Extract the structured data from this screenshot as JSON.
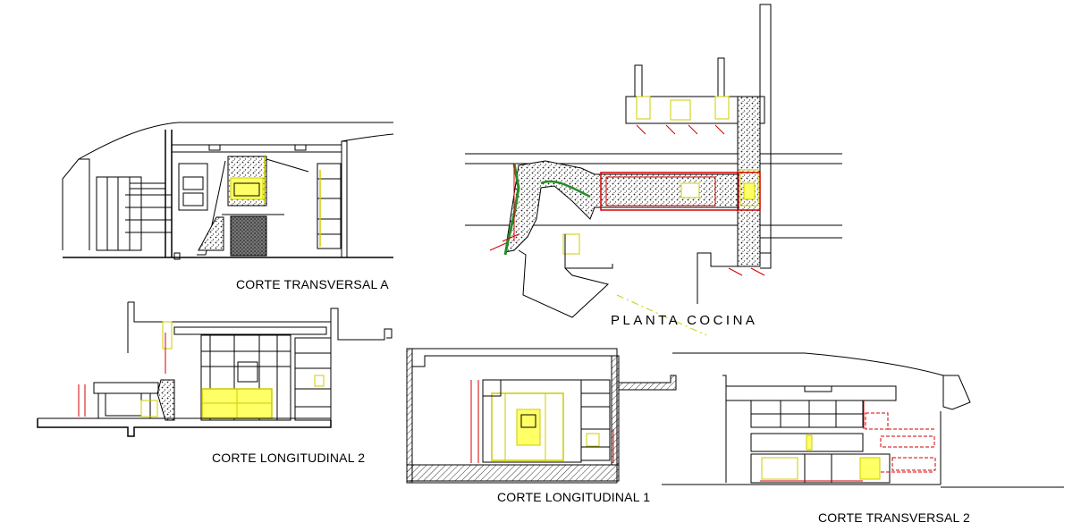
{
  "drawing": {
    "views": [
      {
        "id": "corte-transversal-a",
        "title": "CORTE TRANSVERSAL A"
      },
      {
        "id": "planta-cocina",
        "title": "PLANTA COCINA"
      },
      {
        "id": "corte-longitudinal-2",
        "title": "CORTE LONGITUDINAL 2"
      },
      {
        "id": "corte-longitudinal-1",
        "title": "CORTE LONGITUDINAL 1"
      },
      {
        "id": "corte-transversal-2",
        "title": "CORTE TRANSVERSAL 2"
      }
    ],
    "colors": {
      "line": "#000000",
      "cabinet": "#e6e600",
      "dimension": "#d40000",
      "hatch": "#333333",
      "vegetation": "#2a8a2a",
      "cut": "#d40000"
    }
  }
}
